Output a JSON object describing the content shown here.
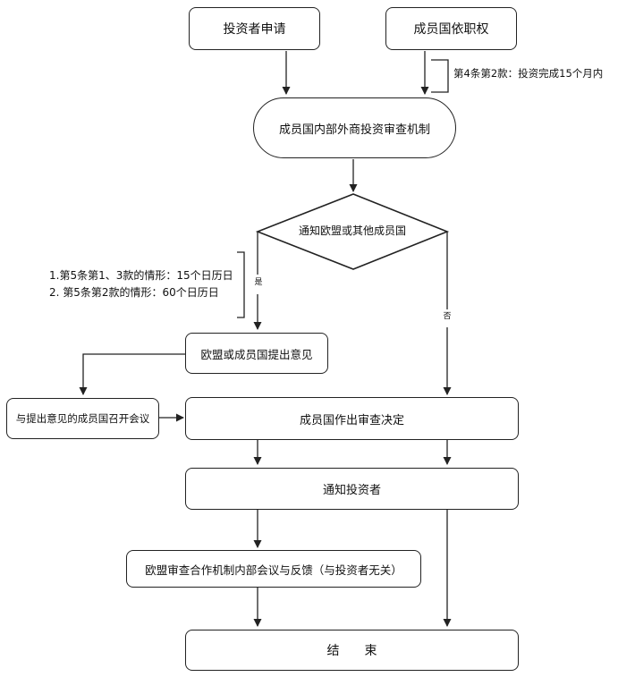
{
  "nodes": {
    "investor_application": "投资者申请",
    "member_authority": "成员国依职权",
    "internal_review": "成员国内部外商投资审查机制",
    "notify_decision": "通知欧盟或其他成员国",
    "opinions": "欧盟或成员国提出意见",
    "meeting": "与提出意见的成员国召开会议",
    "review_decision": "成员国作出审查决定",
    "notify_investor": "通知投资者",
    "eu_meeting": "欧盟审查合作机制内部会议与反馈（与投资者无关）",
    "end": "结　　束"
  },
  "annotations": {
    "article4": "第4条第2款：投资完成15个月内",
    "article5_line1": "1.第5条第1、3款的情形：15个日历日",
    "article5_line2": "2. 第5条第2款的情形：60个日历日"
  },
  "branches": {
    "yes": "是",
    "no": "否"
  }
}
